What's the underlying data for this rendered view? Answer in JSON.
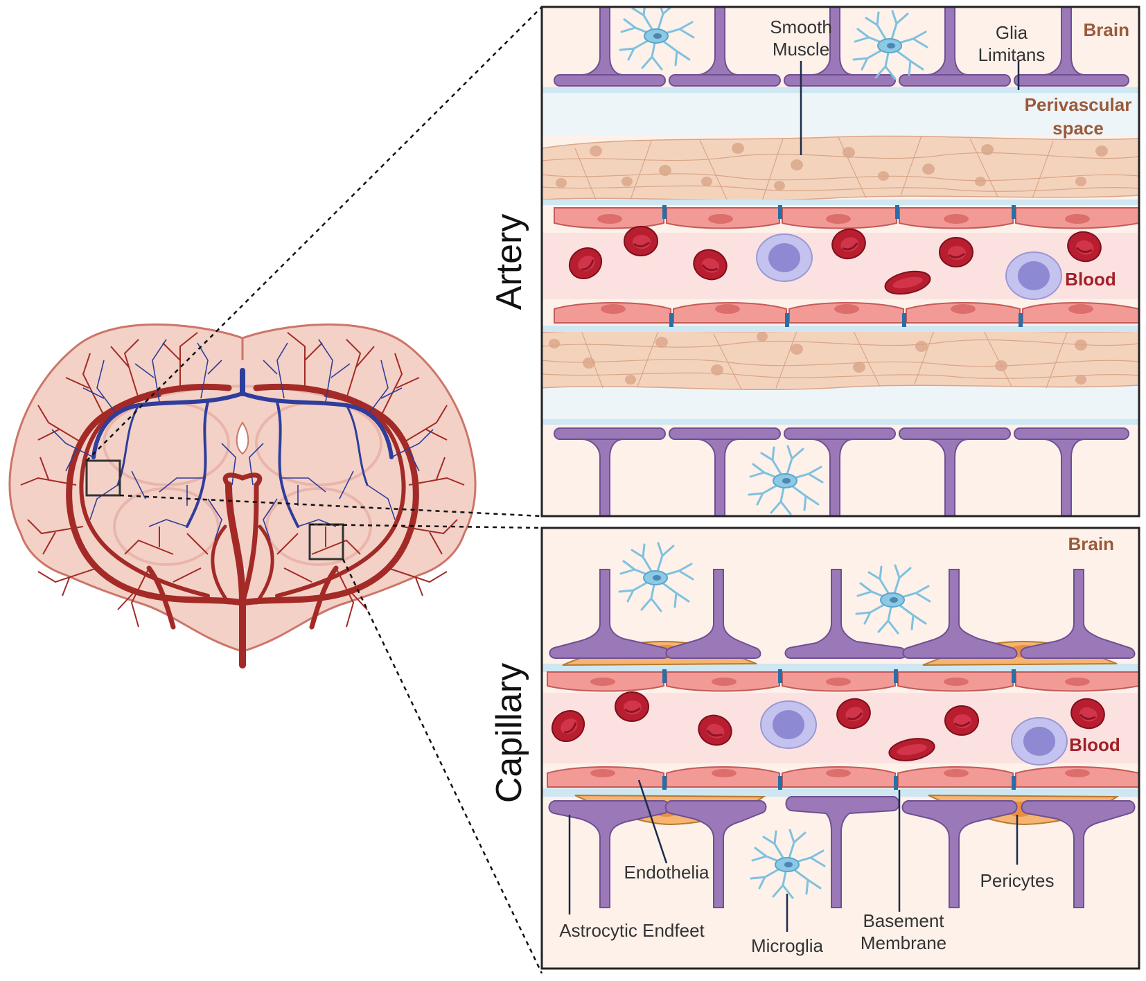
{
  "panels": {
    "artery": {
      "side_label": "Artery",
      "brain": "Brain",
      "smooth_muscle_line1": "Smooth",
      "smooth_muscle_line2": "Muscle",
      "glia_line1": "Glia",
      "glia_line2": "Limitans",
      "perivascular_line1": "Perivascular",
      "perivascular_line2": "space",
      "blood": "Blood"
    },
    "capillary": {
      "side_label": "Capillary",
      "brain": "Brain",
      "blood": "Blood",
      "endothelia": "Endothelia",
      "pericytes": "Pericytes",
      "astrocytic_endfeet": "Astrocytic Endfeet",
      "microglia": "Microglia",
      "basement_line1": "Basement",
      "basement_line2": "Membrane"
    }
  },
  "colors": {
    "panel_bg": "#fdf1ea",
    "astrocyte": "#9b79b8",
    "astrocyte_stroke": "#6f4f92",
    "glia_layer": "#cfe7f2",
    "smooth_muscle": "#f4d3bd",
    "endothelium": "#f29a96",
    "lumen": "#fbe2e0",
    "rbc": "#b81e30",
    "leukocyte": "#b8b6e6",
    "pericyte": "#f5b46f",
    "microglia": "#7fc1df",
    "artery_vessel": "#a32a26",
    "vein_vessel": "#2f3d9b",
    "brain_fill": "#f3d1c6"
  }
}
